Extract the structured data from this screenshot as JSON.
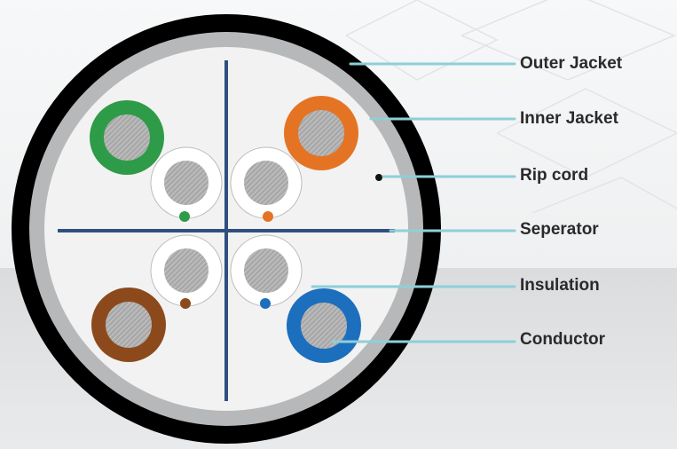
{
  "labels": {
    "outer_jacket": "Outer Jacket",
    "inner_jacket": "Inner Jacket",
    "rip_cord": "Rip cord",
    "separator": "Seperator",
    "insulation": "Insulation",
    "conductor": "Conductor"
  },
  "colors": {
    "outer_jacket": "#000000",
    "inner_jacket": "#b7b8b9",
    "core_fill": "#f2f2f2",
    "separator": "#2f4f7f",
    "leader_line": "#8ecfd8",
    "pair_green": "#2e9b48",
    "pair_orange": "#e47424",
    "pair_brown": "#8c4a1c",
    "pair_blue": "#1c6fbd",
    "conductor": "#a7a7a7"
  }
}
